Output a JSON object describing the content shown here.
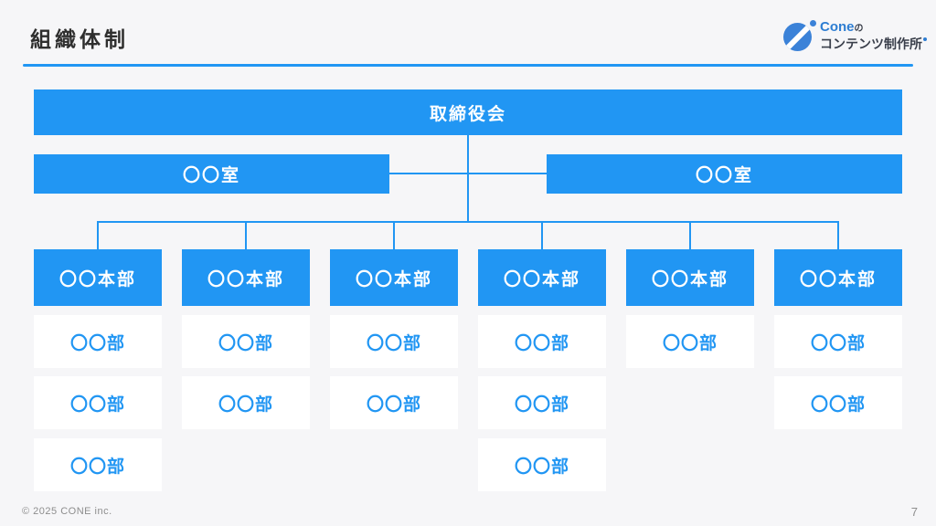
{
  "header": {
    "title": "組織体制",
    "logo": {
      "brand": "Cone",
      "particle": "の",
      "subtitle": "コンテンツ制作所"
    }
  },
  "org": {
    "board": "取締役会",
    "offices": {
      "left": "〇〇室",
      "right": "〇〇室"
    },
    "columns": [
      {
        "division": "〇〇本部",
        "depts": [
          "〇〇部",
          "〇〇部",
          "〇〇部"
        ]
      },
      {
        "division": "〇〇本部",
        "depts": [
          "〇〇部",
          "〇〇部"
        ]
      },
      {
        "division": "〇〇本部",
        "depts": [
          "〇〇部",
          "〇〇部"
        ]
      },
      {
        "division": "〇〇本部",
        "depts": [
          "〇〇部",
          "〇〇部",
          "〇〇部"
        ]
      },
      {
        "division": "〇〇本部",
        "depts": [
          "〇〇部"
        ]
      },
      {
        "division": "〇〇本部",
        "depts": [
          "〇〇部",
          "〇〇部"
        ]
      }
    ]
  },
  "footer": {
    "copyright": "© 2025 CONE inc.",
    "page_number": "7"
  },
  "colors": {
    "accent_blue": "#2196F3",
    "logo_blue": "#3b82d8",
    "background": "#f6f6f8",
    "box_text_white": "#ffffff",
    "footer_gray": "#8d8d8d"
  }
}
